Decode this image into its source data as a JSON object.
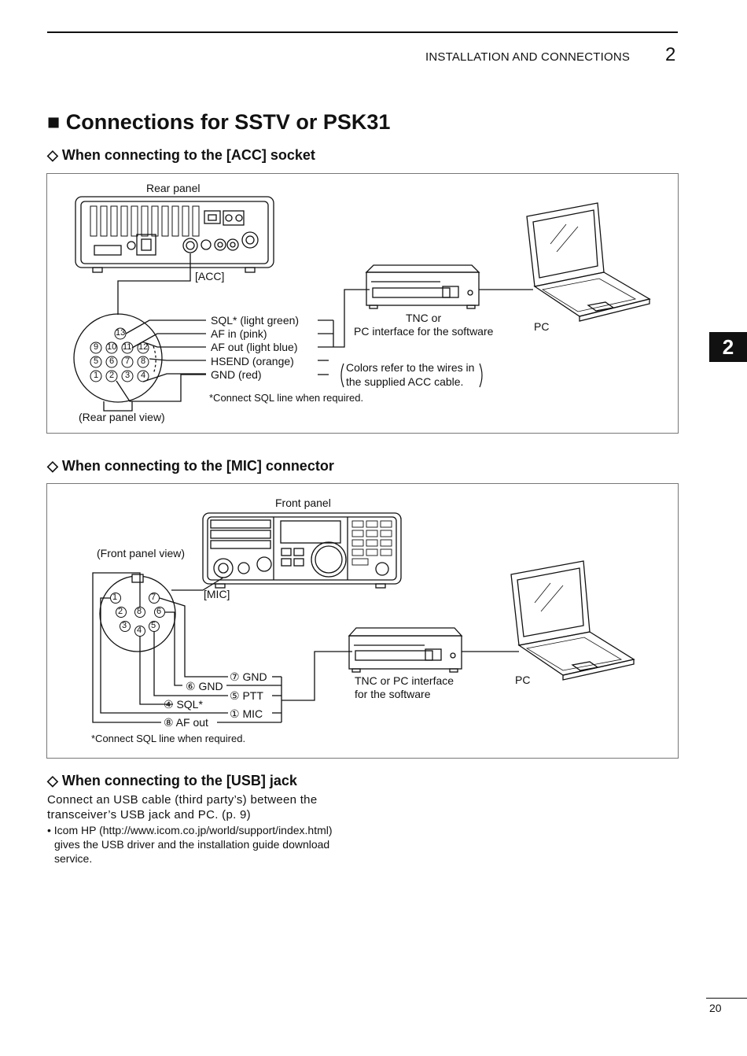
{
  "header": {
    "section_title": "INSTALLATION AND CONNECTIONS",
    "section_number": "2",
    "side_tab": "2"
  },
  "main_heading": "■ Connections for SSTV or PSK31",
  "acc_section": {
    "heading": "◇ When connecting to the [ACC] socket",
    "rear_panel_label": "Rear panel",
    "acc_label": "[ACC]",
    "wires": [
      "SQL* (light green)",
      "AF in (pink)",
      "AF out (light blue)",
      "HSEND (orange)",
      "GND (red)"
    ],
    "tnc_label_1": "TNC or",
    "tnc_label_2": "PC interface for the software",
    "pc_label": "PC",
    "colors_note_1": "Colors refer to the wires in",
    "colors_note_2": "the supplied ACC cable.",
    "sql_note": "*Connect SQL line when required.",
    "rear_view_label": "(Rear panel view)",
    "pins": [
      "13",
      "9",
      "10",
      "11",
      "12",
      "5",
      "6",
      "7",
      "8",
      "1",
      "2",
      "3",
      "4"
    ]
  },
  "mic_section": {
    "heading": "◇ When connecting to the [MIC] connector",
    "front_panel_label": "Front panel",
    "front_view_label": "(Front panel view)",
    "mic_label": "[MIC]",
    "pin_labels": {
      "gnd7": "⑦ GND",
      "gnd6": "⑥ GND",
      "ptt": "⑤ PTT",
      "sql": "④ SQL*",
      "mic": "① MIC",
      "afout": "⑧ AF out"
    },
    "pins": [
      "1",
      "7",
      "2",
      "8",
      "6",
      "3",
      "5",
      "4"
    ],
    "tnc_label_1": "TNC or PC interface",
    "tnc_label_2": "for the software",
    "pc_label": "PC",
    "sql_note": "*Connect SQL line when required."
  },
  "usb_section": {
    "heading": "◇ When connecting to the [USB] jack",
    "para_1": "Connect an USB cable (third party’s) between the",
    "para_2": "transceiver’s USB jack and PC. (p. 9)",
    "bullet_1": "• Icom HP (http://www.icom.co.jp/world/support/index.html)",
    "bullet_2": "gives the USB driver and the installation guide download",
    "bullet_3": "service."
  },
  "page_number": "20"
}
